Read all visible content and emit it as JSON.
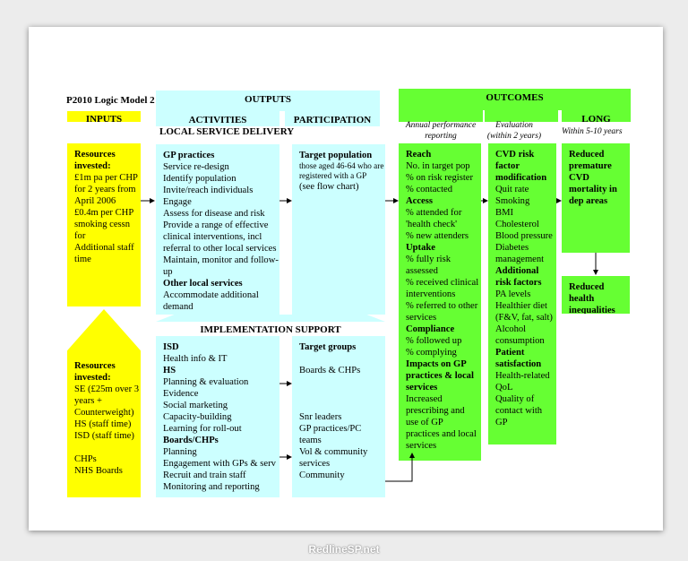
{
  "title": "P2010 Logic Model 2",
  "headers": {
    "outputs": "OUTPUTS",
    "outcomes": "OUTCOMES",
    "inputs": "INPUTS",
    "activities": "ACTIVITIES",
    "participation": "PARTICIPATION",
    "long": "LONG",
    "local_service_delivery": "LOCAL SERVICE DELIVERY",
    "implementation_support": "IMPLEMENTATION SUPPORT"
  },
  "subheaders": {
    "annual_1": "Annual performance",
    "annual_2": "reporting",
    "evaluation_1": "Evaluation",
    "evaluation_2": "(within 2 years)",
    "long_term": "Within 5-10 years"
  },
  "resources_1": [
    {
      "text": "Resources",
      "bold": true
    },
    {
      "text": "invested:",
      "bold": true
    },
    {
      "text": "£1m pa per CHP"
    },
    {
      "text": "for 2 years from"
    },
    {
      "text": "April 2006"
    },
    {
      "text": "£0.4m per CHP"
    },
    {
      "text": "smoking cessn"
    },
    {
      "text": "for"
    },
    {
      "text": "Additional staff"
    },
    {
      "text": "time"
    }
  ],
  "resources_2": [
    {
      "text": "Resources",
      "bold": true
    },
    {
      "text": "invested:",
      "bold": true
    },
    {
      "text": "SE (£25m over 3"
    },
    {
      "text": "years +"
    },
    {
      "text": "Counterweight)"
    },
    {
      "text": "HS (staff time)"
    },
    {
      "text": "ISD (staff time)"
    },
    {
      "text": ""
    },
    {
      "text": "CHPs"
    },
    {
      "text": "NHS Boards"
    }
  ],
  "gp_practices": [
    {
      "text": "GP practices",
      "bold": true
    },
    {
      "text": "Service re-design"
    },
    {
      "text": "Identify population"
    },
    {
      "text": "Invite/reach individuals"
    },
    {
      "text": "Engage"
    },
    {
      "text": "Assess for disease and risk"
    },
    {
      "text": "Provide a range of effective"
    },
    {
      "text": "clinical interventions, incl"
    },
    {
      "text": "referral to other local services"
    },
    {
      "text": "Maintain, monitor and follow-"
    },
    {
      "text": "up"
    },
    {
      "text": "Other local services",
      "bold": true
    },
    {
      "text": "Accommodate additional"
    },
    {
      "text": "demand"
    }
  ],
  "target_population": [
    {
      "text": "Target population",
      "bold": true
    },
    {
      "text": "those aged 46-64 who are",
      "small": true
    },
    {
      "text": "registered with a GP",
      "small": true
    },
    {
      "text": "(see flow chart)"
    }
  ],
  "implementation": [
    {
      "text": "ISD",
      "bold": true
    },
    {
      "text": "Health info & IT"
    },
    {
      "text": "HS",
      "bold": true
    },
    {
      "text": "Planning & evaluation"
    },
    {
      "text": "Evidence"
    },
    {
      "text": "Social marketing"
    },
    {
      "text": "Capacity-building"
    },
    {
      "text": "Learning for roll-out"
    },
    {
      "text": "Boards/CHPs",
      "bold": true
    },
    {
      "text": "Planning"
    },
    {
      "text": "Engagement with GPs & serv"
    },
    {
      "text": "Recruit and train staff"
    },
    {
      "text": "Monitoring and reporting"
    }
  ],
  "target_groups": [
    {
      "text": "Target groups",
      "bold": true
    },
    {
      "text": ""
    },
    {
      "text": "Boards & CHPs"
    },
    {
      "text": ""
    },
    {
      "text": ""
    },
    {
      "text": ""
    },
    {
      "text": "Snr leaders"
    },
    {
      "text": "GP practices/PC"
    },
    {
      "text": "teams"
    },
    {
      "text": "Vol & community"
    },
    {
      "text": "services"
    },
    {
      "text": "Community"
    }
  ],
  "reach": [
    {
      "text": "Reach",
      "bold": true
    },
    {
      "text": "No. in target pop"
    },
    {
      "text": "% on risk register"
    },
    {
      "text": "% contacted"
    },
    {
      "text": "Access",
      "bold": true
    },
    {
      "text": "% attended for"
    },
    {
      "text": "'health check'"
    },
    {
      "text": "% new attenders"
    },
    {
      "text": "Uptake",
      "bold": true
    },
    {
      "text": "% fully risk"
    },
    {
      "text": "assessed"
    },
    {
      "text": "% received clinical"
    },
    {
      "text": "interventions"
    },
    {
      "text": "% referred to other"
    },
    {
      "text": "services"
    },
    {
      "text": "Compliance",
      "bold": true
    },
    {
      "text": "% followed up"
    },
    {
      "text": "% complying"
    },
    {
      "text": "Impacts on GP",
      "bold": true
    },
    {
      "text": "practices & local",
      "bold": true
    },
    {
      "text": "services",
      "bold": true
    },
    {
      "text": "Increased"
    },
    {
      "text": "prescribing and"
    },
    {
      "text": "use of GP"
    },
    {
      "text": "practices and local"
    },
    {
      "text": "services"
    }
  ],
  "cvd": [
    {
      "text": "CVD risk",
      "bold": true
    },
    {
      "text": "factor",
      "bold": true
    },
    {
      "text": "modification",
      "bold": true
    },
    {
      "text": "Quit rate"
    },
    {
      "text": "Smoking"
    },
    {
      "text": "BMI"
    },
    {
      "text": "Cholesterol"
    },
    {
      "text": "Blood pressure"
    },
    {
      "text": "Diabetes"
    },
    {
      "text": "management"
    },
    {
      "text": "Additional",
      "bold": true
    },
    {
      "text": "risk factors",
      "bold": true
    },
    {
      "text": "PA levels"
    },
    {
      "text": "Healthier diet"
    },
    {
      "text": "(F&V, fat, salt)"
    },
    {
      "text": "Alcohol"
    },
    {
      "text": "consumption"
    },
    {
      "text": "Patient",
      "bold": true
    },
    {
      "text": "satisfaction",
      "bold": true
    },
    {
      "text": "Health-related"
    },
    {
      "text": "QoL"
    },
    {
      "text": "Quality of"
    },
    {
      "text": "contact with"
    },
    {
      "text": "GP"
    }
  ],
  "long_1": [
    {
      "text": "Reduced",
      "bold": true
    },
    {
      "text": "premature",
      "bold": true
    },
    {
      "text": "CVD",
      "bold": true
    },
    {
      "text": "mortality in",
      "bold": true
    },
    {
      "text": "dep areas",
      "bold": true
    }
  ],
  "long_2": [
    {
      "text": "Reduced",
      "bold": true
    },
    {
      "text": "health",
      "bold": true
    },
    {
      "text": "inequalities",
      "bold": true
    }
  ],
  "watermark": "RedlineSP.net",
  "colors": {
    "inputs": "#ffff00",
    "outputs": "#ccffff",
    "outcomes": "#66ff33"
  }
}
